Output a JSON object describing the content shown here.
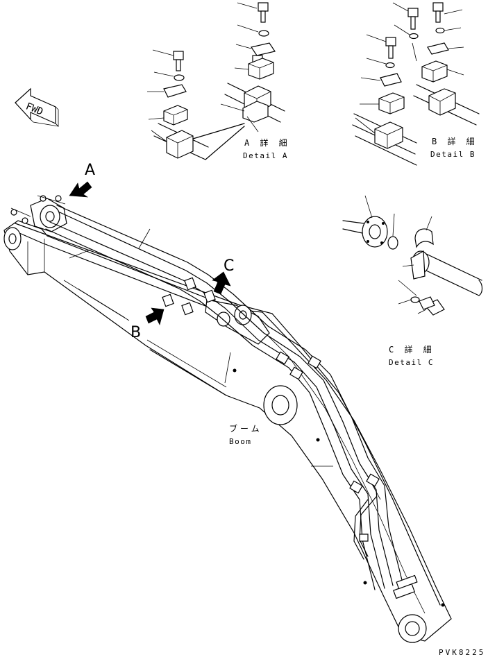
{
  "direction_arrow": {
    "label": "FWD"
  },
  "callouts": [
    {
      "id": "A",
      "label": "A"
    },
    {
      "id": "B",
      "label": "B"
    },
    {
      "id": "C",
      "label": "C"
    }
  ],
  "details": [
    {
      "id": "A",
      "title_jp": "A 詳 細",
      "title_en": "Detail A"
    },
    {
      "id": "B",
      "title_jp": "B 詳 細",
      "title_en": "Detail B"
    },
    {
      "id": "C",
      "title_jp": "C 詳 細",
      "title_en": "Detail C"
    }
  ],
  "main_part": {
    "name_jp": "ブーム",
    "name_en": "Boom"
  },
  "drawing_code": "PVK8225"
}
